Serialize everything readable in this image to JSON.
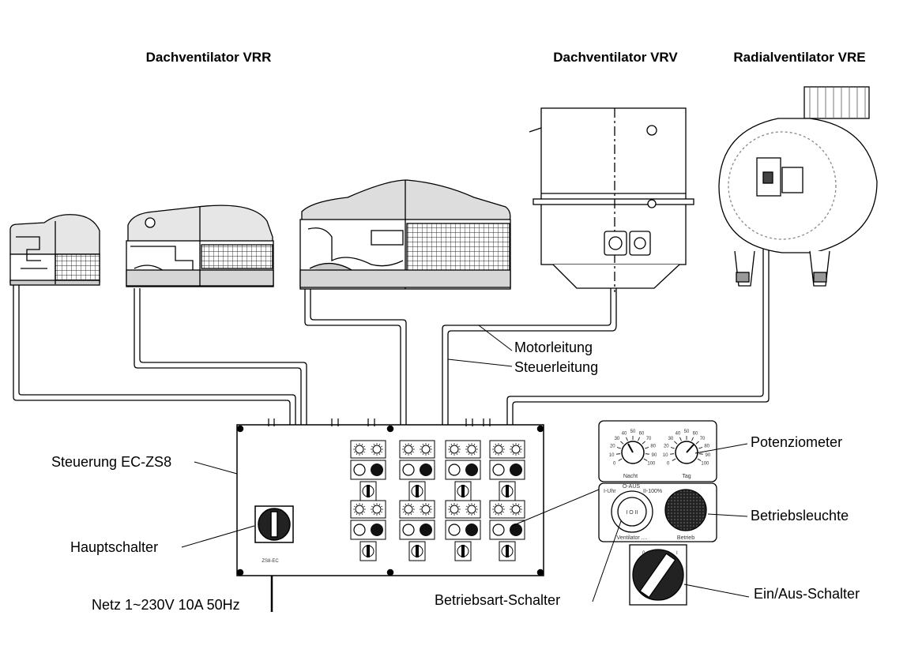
{
  "titles": {
    "vrr": "Dachventilator VRR",
    "vrv": "Dachventilator VRV",
    "vre": "Radialventilator VRE"
  },
  "labels": {
    "motorleitung": "Motorleitung",
    "steuerleitung": "Steuerleitung",
    "steuerung": "Steuerung EC-ZS8",
    "hauptschalter": "Hauptschalter",
    "netz": "Netz 1~230V 10A  50Hz",
    "potenziometer": "Potenziometer",
    "betriebsleuchte": "Betriebsleuchte",
    "betriebsart": "Betriebsart-Schalter",
    "einaus": "Ein/Aus-Schalter"
  },
  "panel": {
    "model": "ZS8-EC",
    "nacht": "Nacht",
    "tag": "Tag",
    "uhr": "I-Uhr",
    "oaus": "O-AUS",
    "ii100": "II-100%",
    "ventilator": "Ventilator ....",
    "betrieb": "Betrieb",
    "switch_labels": "I O II",
    "pos0": "0",
    "pos1": "I"
  },
  "dial_scale": [
    "0",
    "10",
    "20",
    "30",
    "40",
    "50",
    "60",
    "70",
    "80",
    "90",
    "100"
  ]
}
